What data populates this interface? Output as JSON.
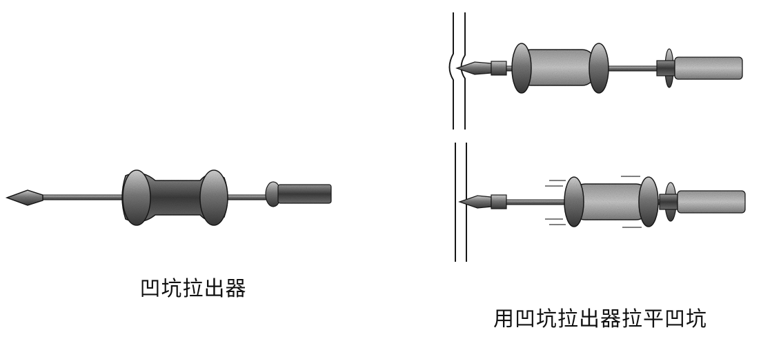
{
  "captions": {
    "tool": "凹坑拉出器",
    "usage": "用凹坑拉出器拉平凹坑"
  },
  "colors": {
    "ink": "#1a1a1a",
    "dark": "#4a4a4a",
    "mid": "#8a8a8a",
    "light": "#cfcfcf",
    "paper": "#ffffff"
  },
  "illustrations": [
    {
      "name": "dent-puller-tool"
    },
    {
      "name": "puller-attached-to-dent"
    },
    {
      "name": "puller-pulling-dent-flat"
    }
  ]
}
